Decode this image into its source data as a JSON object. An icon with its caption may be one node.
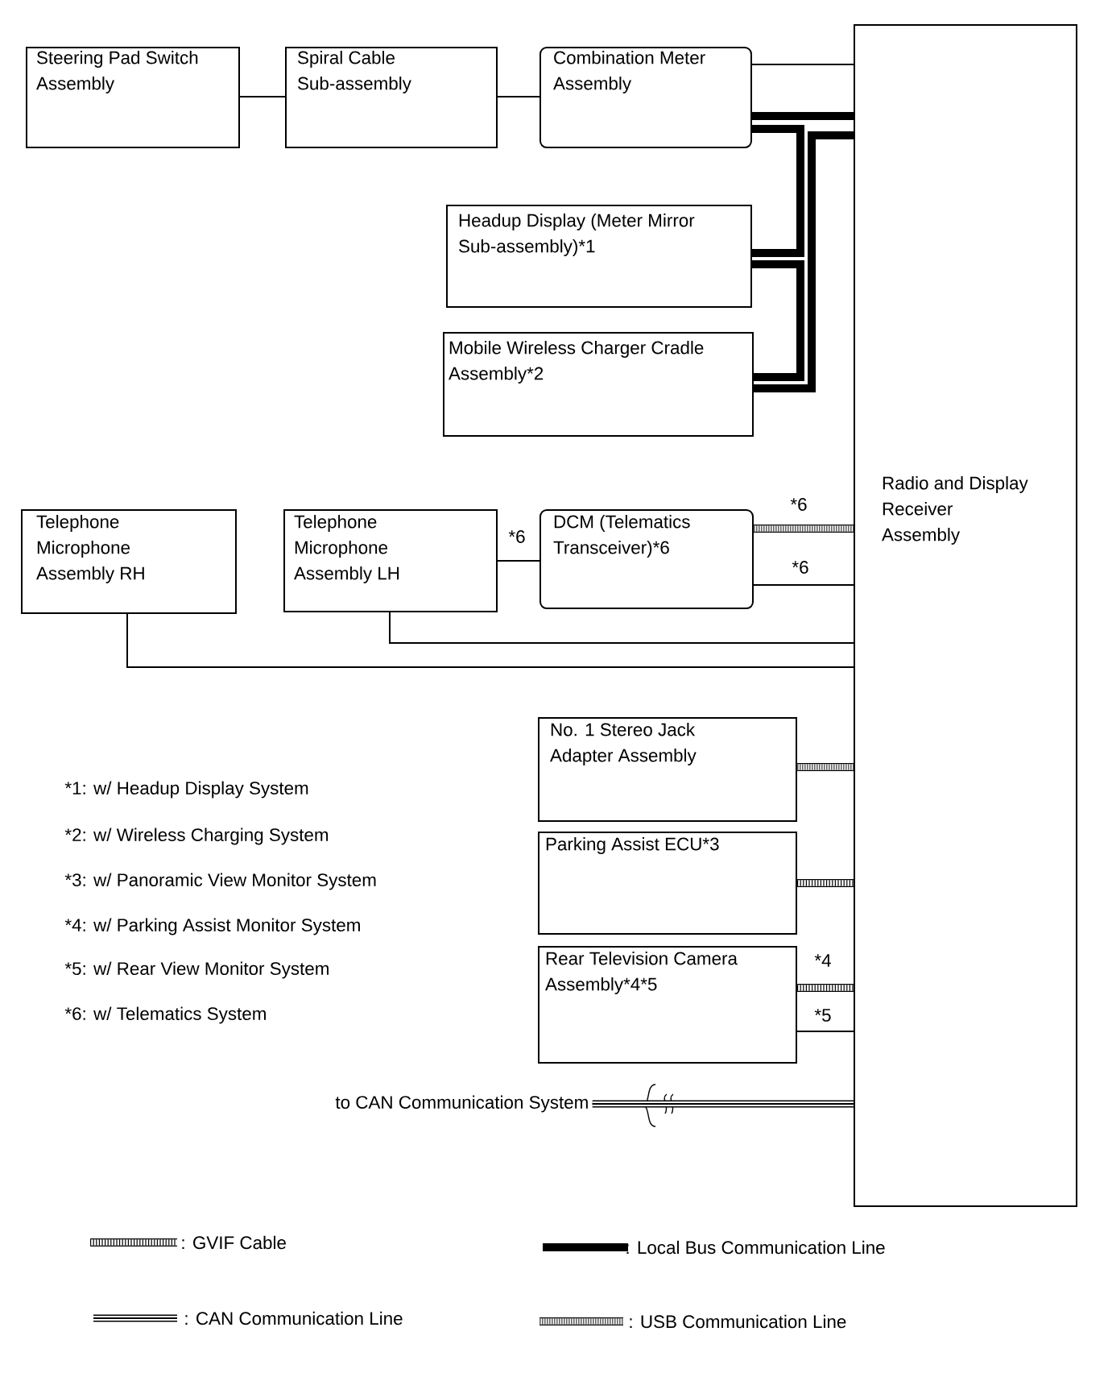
{
  "diagram": {
    "nodes": [
      {
        "text": [
          "Steering Pad Switch Assembly"
        ]
      },
      {
        "text": [
          "Spiral Cable Sub-assembly"
        ]
      },
      {
        "text": [
          "Combination Meter Assembly"
        ]
      },
      {
        "text": [
          "Radio and Display Receiver Assembly"
        ]
      },
      {
        "text": [
          "Headup Display (Meter Mirror Sub-assembly)*1"
        ]
      },
      {
        "text": [
          "Mobile Wireless Charger Cradle Assembly*2"
        ]
      },
      {
        "text": [
          "Telephone Microphone Assembly RH"
        ]
      },
      {
        "text": [
          "Telephone Microphone Assembly LH"
        ]
      },
      {
        "text": [
          "DCM (Telematics Transceiver)*6"
        ]
      },
      {
        "text": [
          "No. 1 Stereo Jack Adapter Assembly"
        ]
      },
      {
        "text": [
          "Parking Assist ECU*3"
        ]
      },
      {
        "text": [
          "Rear Television Camera Assembly*4*5"
        ]
      },
      {
        "text": [
          "to CAN Communication System"
        ]
      }
    ],
    "edges": [
      {
        "from": 0,
        "to": 1,
        "arrow": "none"
      },
      {
        "from": 1,
        "to": 2,
        "arrow": "none"
      },
      {
        "from": 2,
        "to": 3,
        "arrow": "none"
      },
      {
        "from": 2,
        "to": 3,
        "arrow": "none",
        "style": "thick"
      },
      {
        "from": 2,
        "to": 4,
        "arrow": "none",
        "style": "thick"
      },
      {
        "from": 4,
        "to": 5,
        "arrow": "none",
        "style": "thick"
      },
      {
        "from": 5,
        "to": 3,
        "arrow": "none",
        "style": "thick"
      },
      {
        "from": 6,
        "to": 3,
        "arrow": "none"
      },
      {
        "from": 7,
        "to": 3,
        "arrow": "none"
      },
      {
        "from": 7,
        "to": 8,
        "arrow": "none",
        "label": "*6"
      },
      {
        "from": 8,
        "to": 3,
        "arrow": "none",
        "label": "*6",
        "style": "thick"
      },
      {
        "from": 8,
        "to": 3,
        "arrow": "none",
        "label": "*6"
      },
      {
        "from": 9,
        "to": 3,
        "arrow": "none",
        "style": "thick"
      },
      {
        "from": 10,
        "to": 3,
        "arrow": "none",
        "style": "thick"
      },
      {
        "from": 11,
        "to": 3,
        "arrow": "none",
        "label": "*4",
        "style": "thick"
      },
      {
        "from": 11,
        "to": 3,
        "arrow": "none",
        "label": "*5"
      },
      {
        "from": 12,
        "to": 3,
        "arrow": "none"
      }
    ],
    "labels": [
      "*1: w/ Headup Display System",
      "*2: w/ Wireless Charging System",
      "*3: w/ Panoramic View Monitor System",
      "*4: w/ Parking Assist Monitor System",
      "*5: w/ Rear View Monitor System",
      "*6: w/ Telematics System"
    ],
    "legend": [
      {
        "text": ": GVIF Cable"
      },
      {
        "text": ": Local Bus Communication Line"
      },
      {
        "text": ": CAN Communication Line"
      },
      {
        "text": ": USB Communication Line"
      }
    ]
  }
}
